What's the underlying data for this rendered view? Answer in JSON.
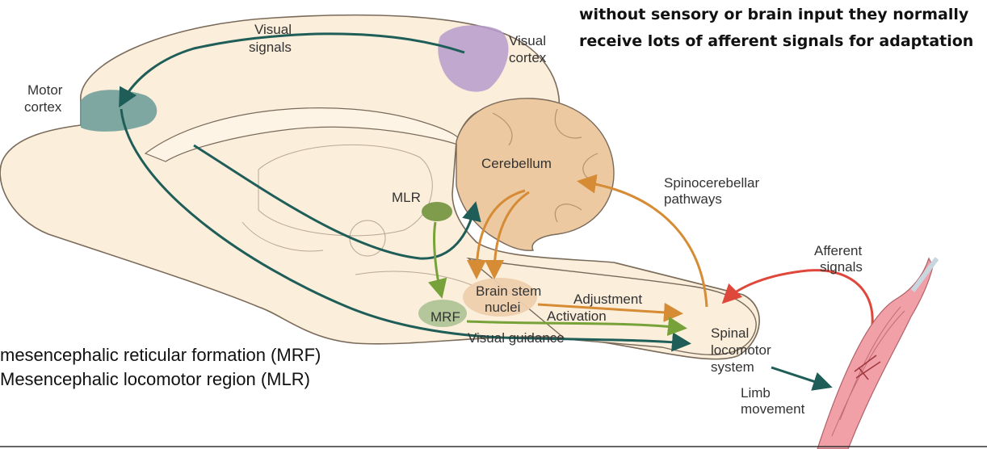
{
  "note": {
    "line1": "without sensory or brain input they normally",
    "line2": "receive lots of afferent signals for adaptation"
  },
  "labels": {
    "visual_signals_1": "Visual",
    "visual_signals_2": "signals",
    "visual_cortex_1": "Visual",
    "visual_cortex_2": "cortex",
    "motor_cortex_1": "Motor",
    "motor_cortex_2": "cortex",
    "cerebellum": "Cerebellum",
    "mlr": "MLR",
    "spinocerebellar_1": "Spinocerebellar",
    "spinocerebellar_2": "pathways",
    "afferent_1": "Afferent",
    "afferent_2": "signals",
    "brain_stem_1": "Brain stem",
    "brain_stem_2": "nuclei",
    "adjustment": "Adjustment",
    "mrf": "MRF",
    "activation": "Activation",
    "visual_guidance": "Visual guidance",
    "spinal_1": "Spinal",
    "spinal_2": "locomotor",
    "spinal_3": "system",
    "limb_1": "Limb",
    "limb_2": "movement"
  },
  "legend": {
    "mrf_full": "mesencephalic reticular formation (MRF)",
    "mlr_full": "Mesencephalic locomotor region (MLR)"
  },
  "colors": {
    "brain": "#fbeedb",
    "outline": "#7a6a5a",
    "cerebellum": "#ecc9a0",
    "visual_cortex": "#b69bcc",
    "motor_cortex": "#6f9e99",
    "teal_arrow": "#1f5e58",
    "orange_arrow": "#d68b35",
    "green_arrow": "#77a23a",
    "red_arrow": "#e0473b",
    "muscle": "#f0a0a6"
  }
}
